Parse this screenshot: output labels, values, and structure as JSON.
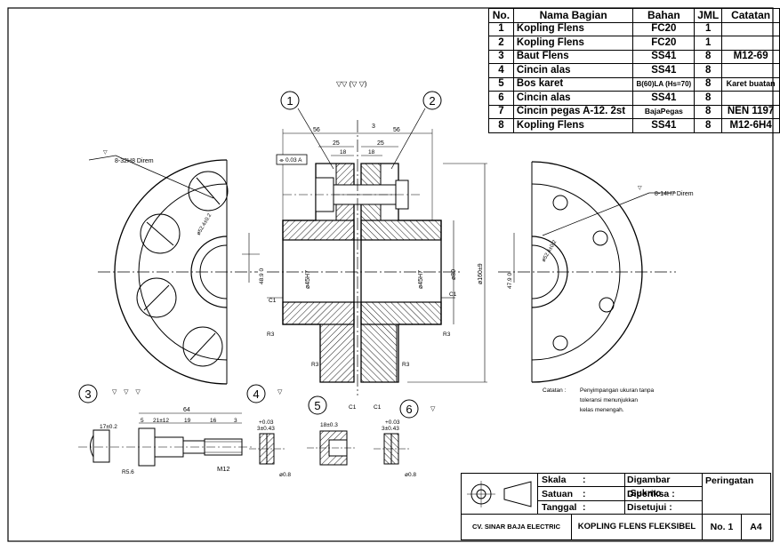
{
  "parts_table": {
    "headers": [
      "No.",
      "Nama Bagian",
      "Bahan",
      "JML",
      "Catatan"
    ],
    "rows": [
      {
        "no": "1",
        "name": "Kopling Flens",
        "material": "FC20",
        "qty": "1",
        "note": ""
      },
      {
        "no": "2",
        "name": "Kopling Flens",
        "material": "FC20",
        "qty": "1",
        "note": ""
      },
      {
        "no": "3",
        "name": "Baut Flens",
        "material": "SS41",
        "qty": "8",
        "note": "M12-69"
      },
      {
        "no": "4",
        "name": "Cincin alas",
        "material": "SS41",
        "qty": "8",
        "note": ""
      },
      {
        "no": "5",
        "name": "Bos karet",
        "material": "B(60)LA (Hs=70)",
        "qty": "8",
        "note": "Karet buatan"
      },
      {
        "no": "6",
        "name": "Cincin alas",
        "material": "SS41",
        "qty": "8",
        "note": ""
      },
      {
        "no": "7",
        "name": "Cincin pegas A-12. 2st",
        "material": "BajaPegas",
        "qty": "8",
        "note": "NEN 1197"
      },
      {
        "no": "8",
        "name": "Kopling Flens",
        "material": "SS41",
        "qty": "8",
        "note": "M12-6H4"
      }
    ]
  },
  "callouts": {
    "c1": "1",
    "c2": "2",
    "c3": "3",
    "c4": "4",
    "c5": "5",
    "c6": "6"
  },
  "surface_marks": {
    "top": "▽▽ (▽ ▽)",
    "left_hole_note": "8-32H8 Direm",
    "right_hole_note": "8-14H7 Direm"
  },
  "dimensions": {
    "d56a": "56",
    "d56b": "56",
    "d3": "3",
    "d25a": "25",
    "d25b": "25",
    "d18a": "18",
    "d18b": "18",
    "phi45h7a": "ø45H7",
    "phi45h7b": "ø45H7",
    "phi80": "ø80",
    "phi160": "ø160±9",
    "p48": "48.9 0",
    "p47": "47.9 0",
    "r3a": "R3",
    "r3b": "R3",
    "c1a": "C1",
    "c1b": "C1",
    "d64": "64",
    "d5": "5",
    "d21": "21±12",
    "d19": "19",
    "d16": "16",
    "d3b": "3",
    "m12": "M12",
    "d17": "17±0.2",
    "r56": "R5.6",
    "d18c": "18±0.3",
    "d3c": "3±0.43",
    "d3d": "3±0.43",
    "phi08a": "ø0.8",
    "phi08b": "ø0.8",
    "tol": "0.03 A"
  },
  "note": {
    "label": "Catatan :",
    "text1": "Penyimpangan ukuran tanpa",
    "text2": "toleransi menunjukkan",
    "text3": "kelas menengah."
  },
  "title_block": {
    "scale_label": "Skala",
    "scale_colon": ":",
    "unit_label": "Satuan",
    "unit_colon": ":",
    "date_label": "Tanggal",
    "date_colon": ":",
    "drawn_label": "Digambar :Sukmo",
    "checked_label": "Diperiksa :",
    "approved_label": "Disetujui :",
    "warning_label": "Peringatan",
    "company": "CV. SINAR BAJA ELECTRIC",
    "drawing_title": "KOPLING FLENS FLEKSIBEL",
    "drawing_no": "No. 1",
    "paper_size": "A4"
  }
}
